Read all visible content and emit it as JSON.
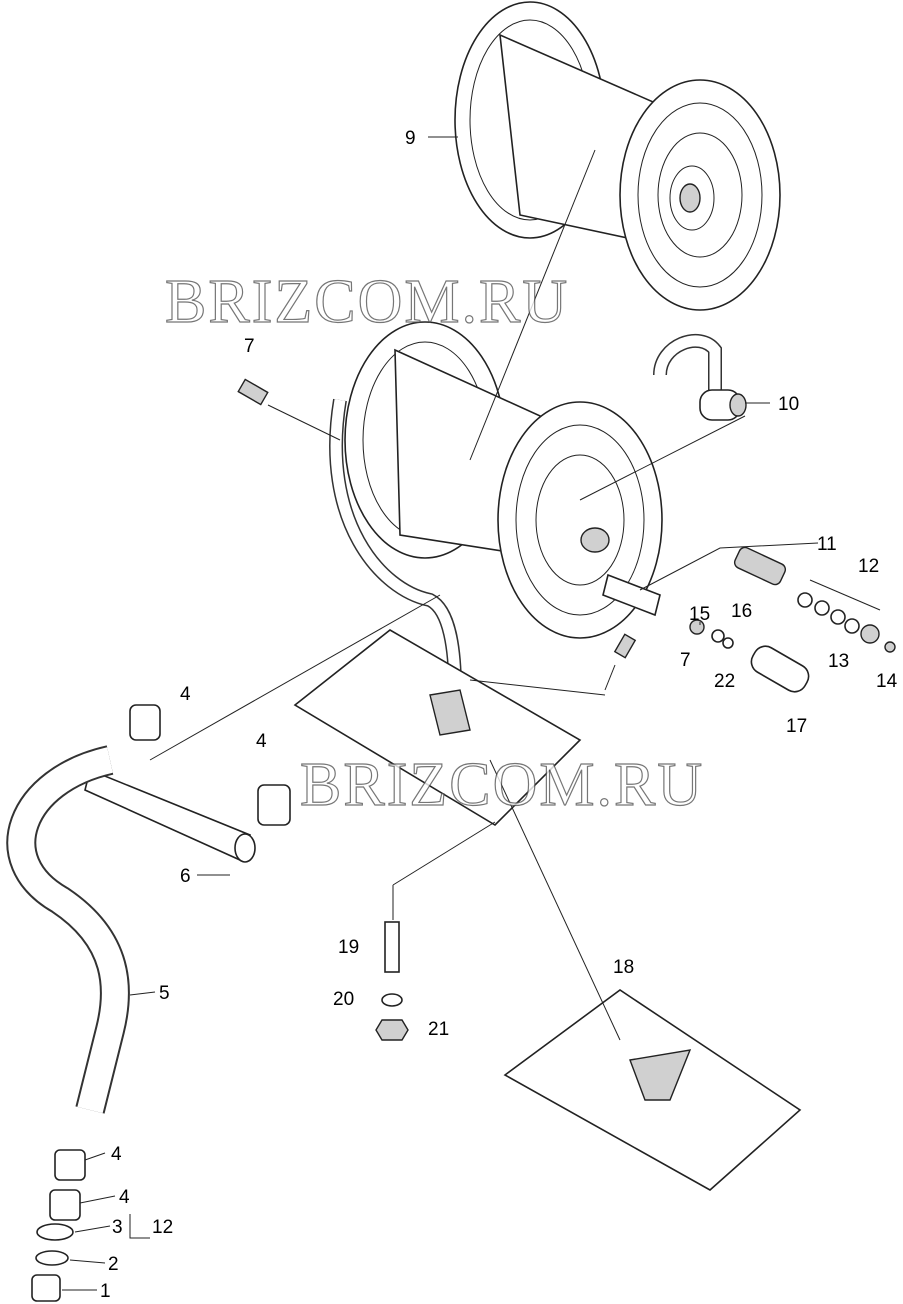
{
  "watermark": "BRIZCOM.RU",
  "callouts": [
    "9",
    "7",
    "10",
    "11",
    "12",
    "15",
    "16",
    "22",
    "7",
    "13",
    "14",
    "17",
    "4",
    "4",
    "6",
    "5",
    "19",
    "20",
    "21",
    "18",
    "4",
    "4",
    "3",
    "12",
    "2",
    "1"
  ]
}
